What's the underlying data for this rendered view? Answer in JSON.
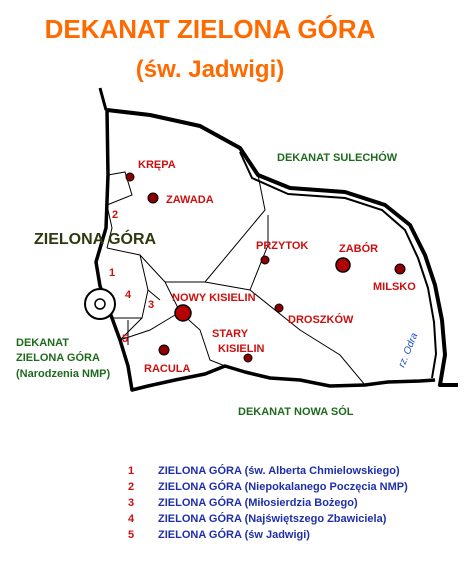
{
  "title": {
    "line1": "DEKANAT ZIELONA GÓRA",
    "line2": "(św. Jadwigi)"
  },
  "map": {
    "center_label": "ZIELONA GÓRA",
    "neighbors": {
      "north": "DEKANAT SULECHÓW",
      "south": "DEKANAT NOWA SÓL",
      "west_line1": "DEKANAT",
      "west_line2": "ZIELONA GÓRA",
      "west_line3": "(Narodzenia NMP)"
    },
    "river": "rz. Odra",
    "places": {
      "krepa": "KRĘPA",
      "zawada": "ZAWADA",
      "przytok": "PRZYTOK",
      "zabor": "ZABÓR",
      "milsko": "MILSKO",
      "nowy_kisielin": "NOWY KISIELIN",
      "droszkow": "DROSZKÓW",
      "stary_kisielin_1": "STARY",
      "stary_kisielin_2": "KISIELIN",
      "racula": "RACULA"
    },
    "city_parish_numbers": [
      "1",
      "2",
      "3",
      "4",
      "5"
    ]
  },
  "legend": [
    {
      "num": "1",
      "text": "ZIELONA GÓRA (św. Alberta Chmielowskiego)"
    },
    {
      "num": "2",
      "text": "ZIELONA GÓRA (Niepokalanego Poczęcia NMP)"
    },
    {
      "num": "3",
      "text": "ZIELONA GÓRA (Miłosierdzia Bożego)"
    },
    {
      "num": "4",
      "text": "ZIELONA GÓRA (Najświętszego Zbawiciela)"
    },
    {
      "num": "5",
      "text": "ZIELONA GÓRA (św Jadwigi)"
    }
  ],
  "colors": {
    "title": "#ff6a00",
    "place_labels": "#cc1010",
    "neighbor_labels": "#1e6b1e",
    "legend_text": "#1f2fa8",
    "river": "#1a4fc4"
  }
}
